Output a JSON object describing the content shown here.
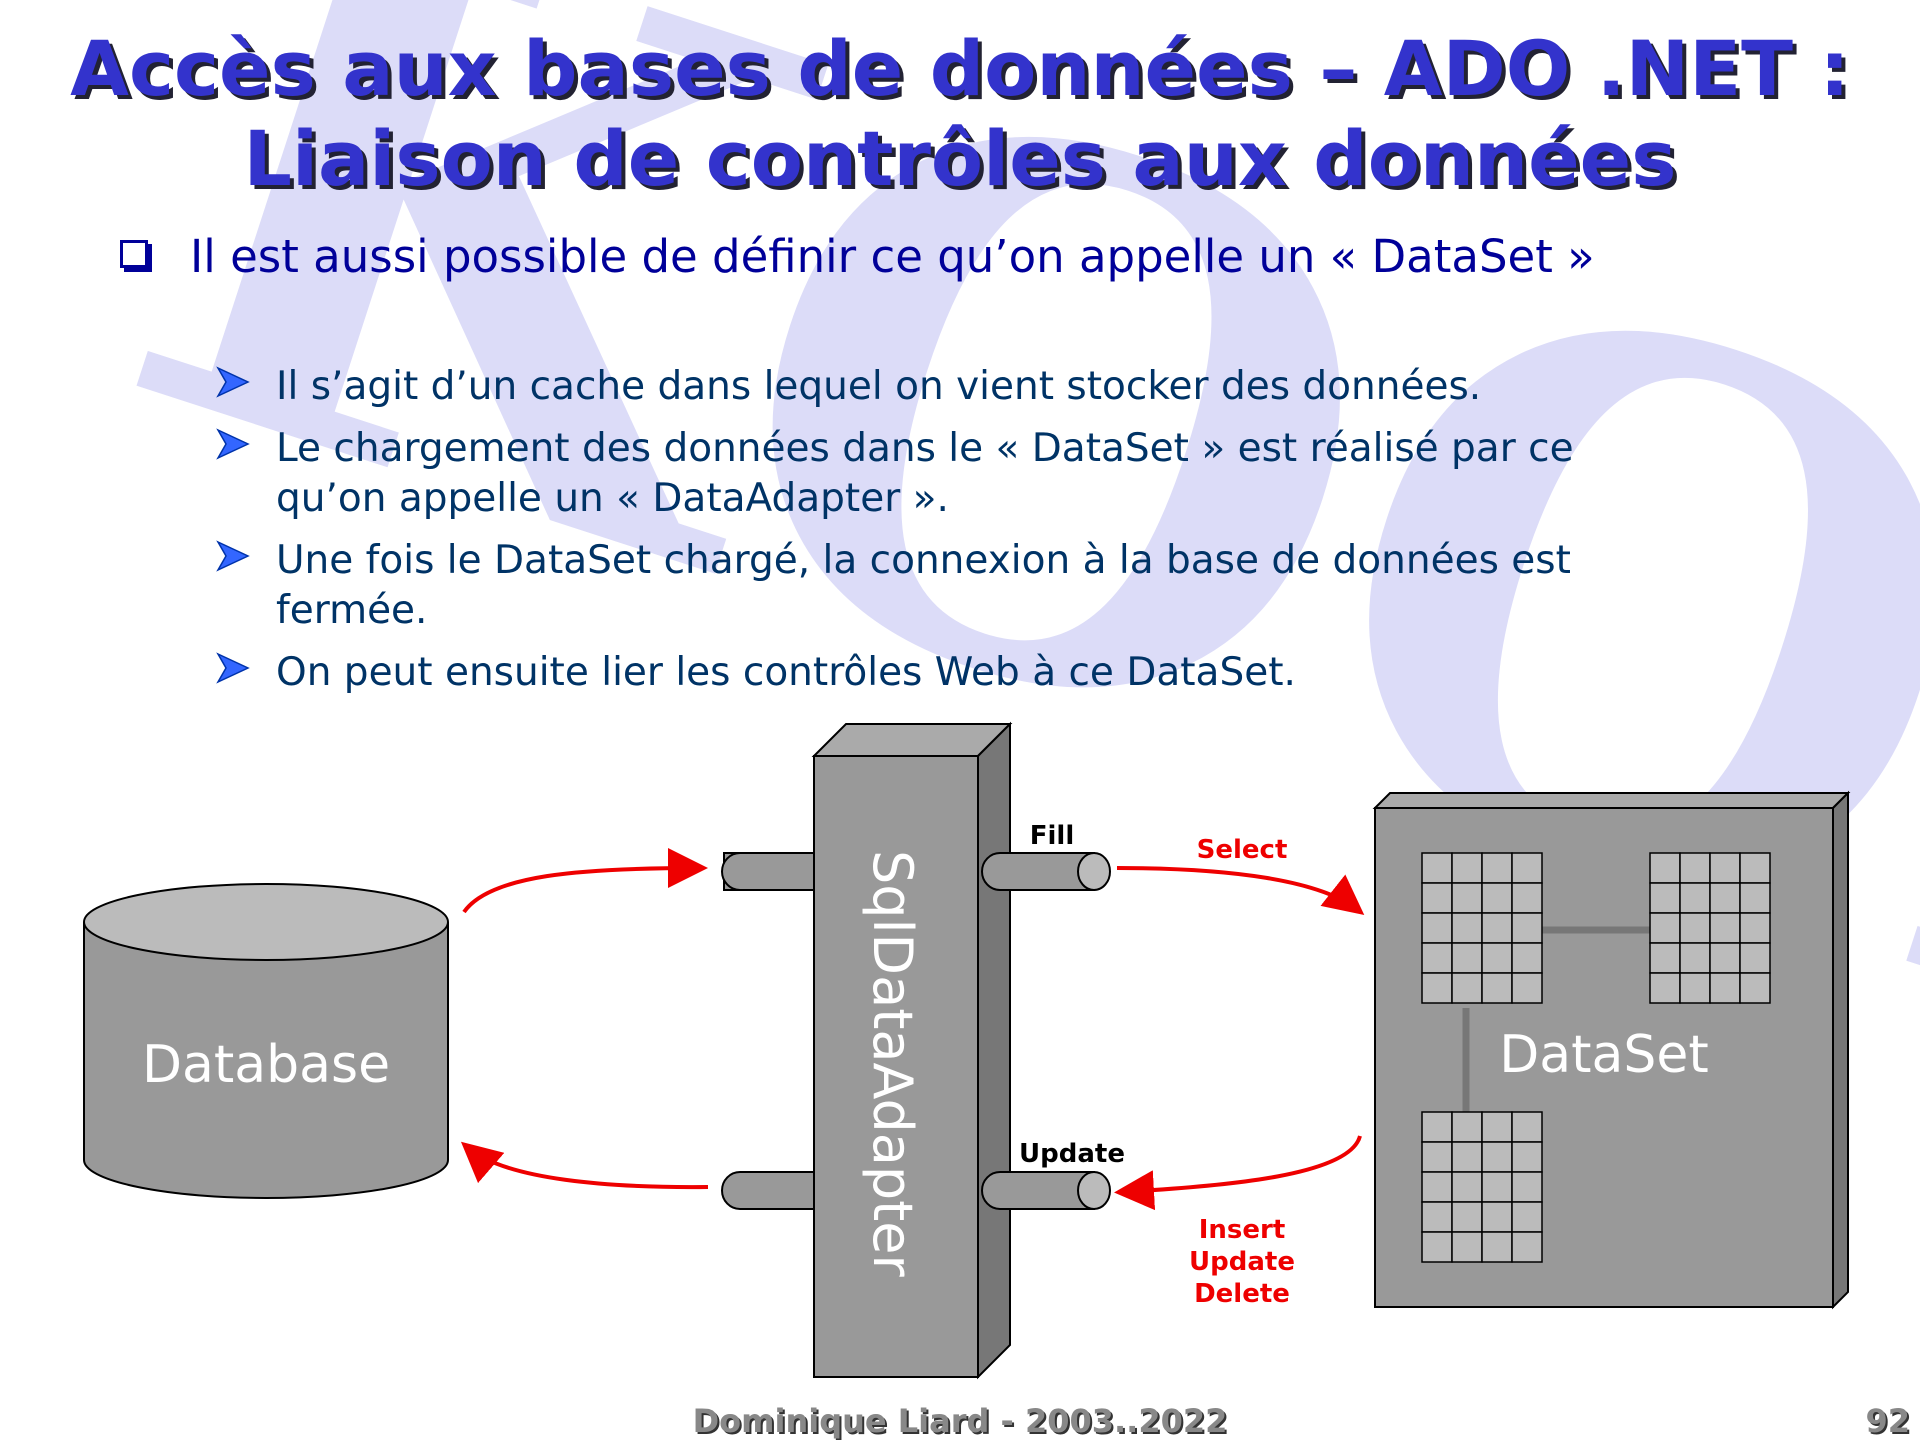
{
  "title": {
    "line1": "Accès aux bases de données – ADO .NET :",
    "line2": "Liaison de contrôles aux données"
  },
  "main_bullet": "Il est aussi possible de définir ce qu’on appelle un «  DataSet  »",
  "sub_bullets": [
    {
      "line1": "Il s’agit d’un cache dans lequel on vient stocker des données."
    },
    {
      "line1": "Le chargement des données dans le «  DataSet  » est réalisé par ce",
      "line2": "qu’on appelle un «  DataAdapter  »."
    },
    {
      "line1": "Une fois le DataSet chargé, la connexion à la base de données est",
      "line2": "fermée."
    },
    {
      "line1": "On peut ensuite lier les contrôles Web à ce DataSet."
    }
  ],
  "watermark": "KOOR.",
  "diagram": {
    "database_label": "Database",
    "adapter_label": "SqlDataAdapter",
    "dataset_label": "DataSet",
    "fill_label": "Fill",
    "update_label": "Update",
    "select_label": "Select",
    "iud_labels": [
      "Insert",
      "Update",
      "Delete"
    ],
    "arrow_color": "#ee0000"
  },
  "footer": "Dominique Liard - 2003..2022",
  "page_number": "92",
  "colors": {
    "title": "#3333cc",
    "main_text": "#000099",
    "sub_text": "#003366",
    "watermark": "#d8d8f8",
    "box_fill": "#999999"
  }
}
